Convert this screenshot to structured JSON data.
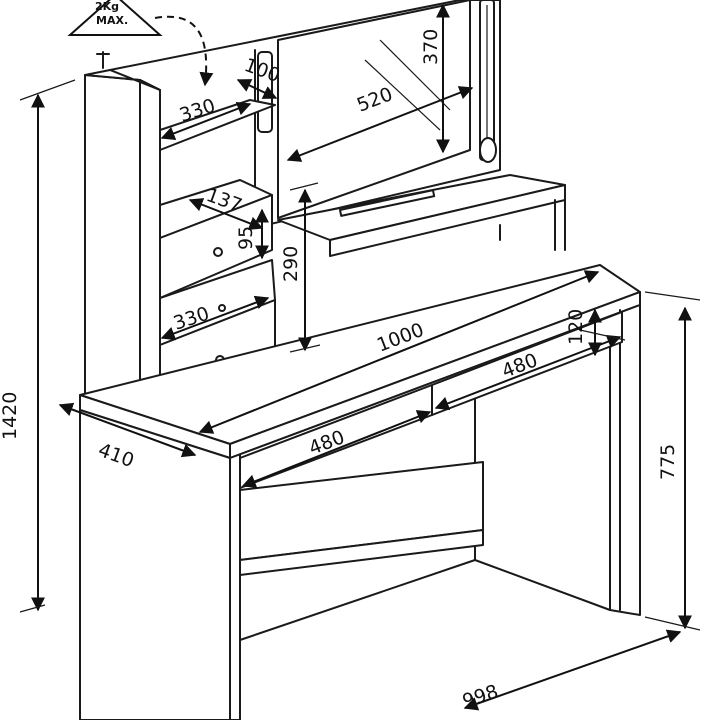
{
  "drawing": {
    "weight_label": "2Kg",
    "weight_sub": "MAX.",
    "colors": {
      "line": "#1a1a1a",
      "background": "#ffffff"
    }
  },
  "dimensions": {
    "total_height": "1420",
    "table_height": "775",
    "depth": "410",
    "width": "998",
    "top_width": "1000",
    "drawer_width_front": "480",
    "drawer_width_back": "480",
    "drawer_height": "120",
    "shelf_width_top": "330",
    "shelf_width_bottom": "330",
    "shelf_depth": "100",
    "mirror_width": "520",
    "mirror_height": "370",
    "small_drawer_width": "137",
    "small_drawer_height": "95",
    "compartment_height": "290"
  }
}
